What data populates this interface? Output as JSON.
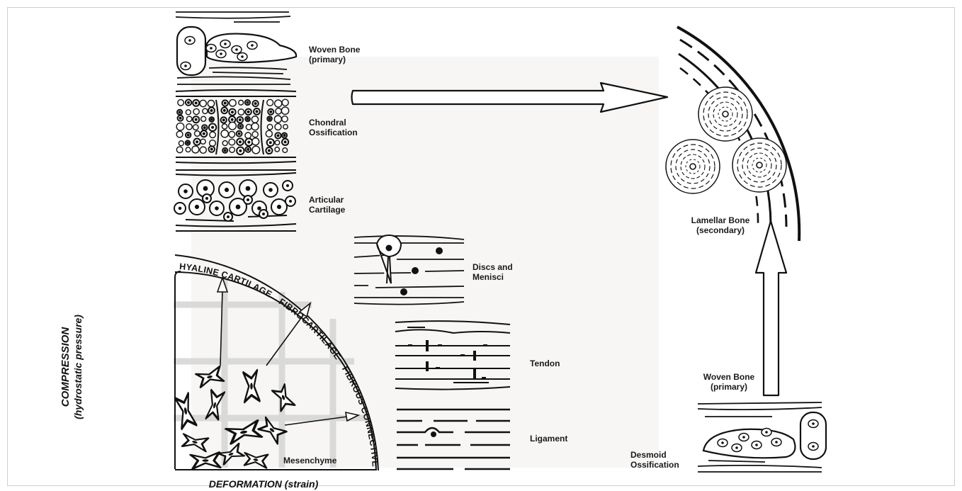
{
  "labels": {
    "woven_bone_top": [
      "Woven Bone",
      "(primary)"
    ],
    "chondral": [
      "Chondral",
      "Ossification"
    ],
    "articular": [
      "Articular",
      "Cartilage"
    ],
    "discs": [
      "Discs and",
      "Menisci"
    ],
    "tendon": "Tendon",
    "ligament": "Ligament",
    "lamellar": [
      "Lamellar Bone",
      "(secondary)"
    ],
    "woven_bone_right": [
      "Woven Bone",
      "(primary)"
    ],
    "desmoid": [
      "Desmoid",
      "Ossification"
    ],
    "mesenchyme": "Mesenchyme"
  },
  "arc_labels": {
    "hyaline": "HYALINE CARTILAGE",
    "fibrocartilage": "FIBROCARTILAGE",
    "fibrous": "FIBROUS CONNECTIVE TISSUE"
  },
  "axes": {
    "x": "DEFORMATION (strain)",
    "y_line1": "COMPRESSION",
    "y_line2": "(hydrostatic pressure)"
  },
  "colors": {
    "ink": "#111111",
    "grid": "#d6d6d6",
    "panel": "#f7f6f4"
  }
}
